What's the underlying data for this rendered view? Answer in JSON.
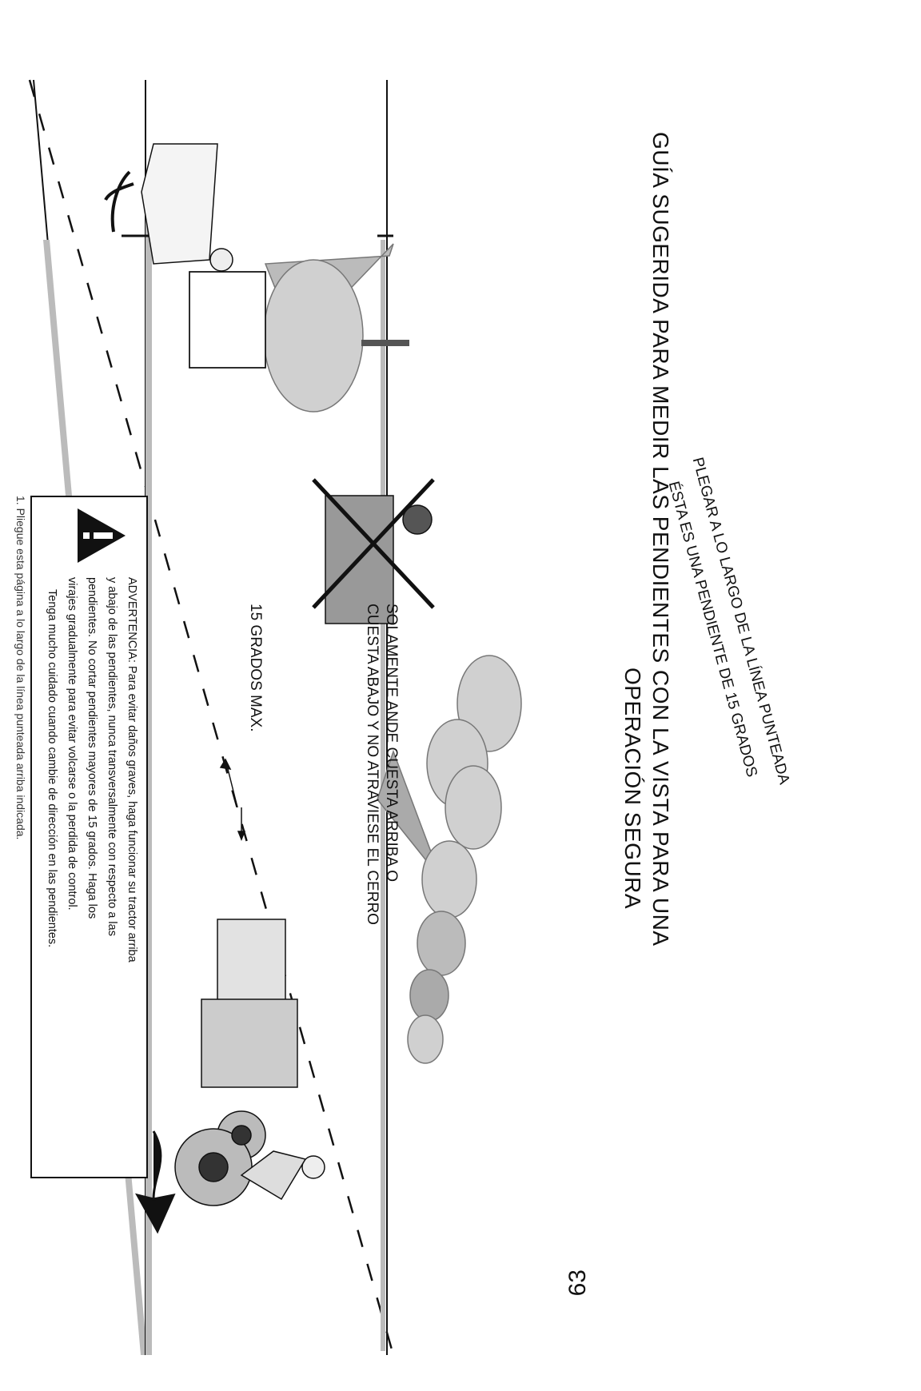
{
  "page_number": "63",
  "title": {
    "line1": "GUÍA SUGERIDA PARA MEDIR LAS PENDIENTES CON LA VISTA PARA UNA",
    "line2": "OPERACIÓN SEGURA"
  },
  "slope_note": {
    "line1": "PLEGAR A LO LARGO DE LA LÍNEA PUNTEADA",
    "line2": "ÉSTA ES UNA PENDIENTE DE 15 GRADOS"
  },
  "instruction": {
    "line1": "SOLAMENTE ANDE CUESTA ARRIBA O",
    "line2": "CUESTA ABAJO Y NO ATRAVIESE EL CERRO"
  },
  "angle_label": "15 GRADOS MAX.",
  "warning": {
    "lines": [
      "ADVERTENCIA: Para evitar daños graves, haga funcionar su tractor arriba",
      "y abajo de las pendientes, nunca transversalmente con respecto a las",
      "pendientes. No cortar pendientes mayores de 15 grados. Haga los",
      "virajes gradualmente para evitar volcarse o la perdida de control.",
      "Tenga mucho cuidado cuando cambie de dirección en las pendientes."
    ]
  },
  "footnote": "1. Pliegue esta página a lo largo de la línea punteada arriba indicada."
}
